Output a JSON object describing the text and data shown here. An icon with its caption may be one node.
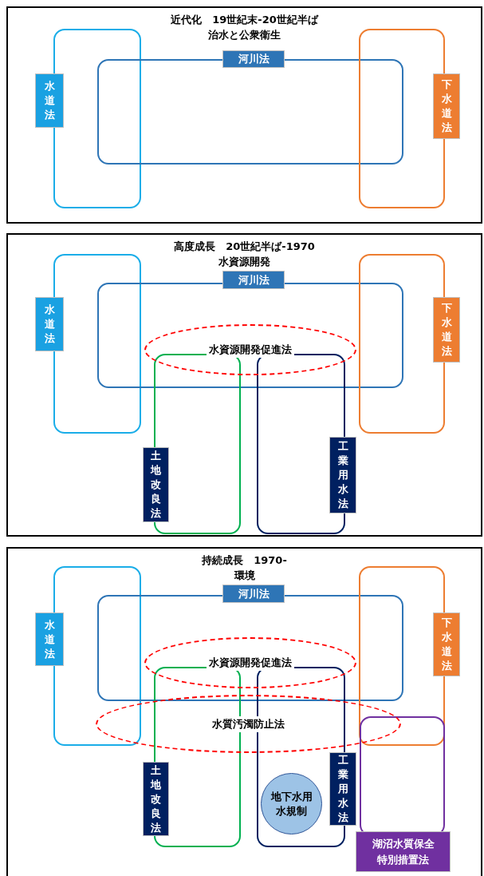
{
  "diagram": {
    "nodes": [
      {
        "text": [
          "近代化　19世紀末-20世紀半ば",
          "治水と公衆衛生"
        ]
      },
      {
        "text": [
          "水道法"
        ],
        "in": 0
      },
      {
        "text": [
          "河川法"
        ],
        "in": 0
      },
      {
        "text": [
          "下水道法"
        ],
        "in": 0
      },
      {
        "text": [
          "高度成長　20世紀半ば-1970",
          "水資源開発"
        ]
      },
      {
        "text": [
          "水道法"
        ],
        "in": 4
      },
      {
        "text": [
          "河川法"
        ],
        "in": 4
      },
      {
        "text": [
          "下水道法"
        ],
        "in": 4
      },
      {
        "text": [
          "水資源開発促進法"
        ],
        "in": 6
      },
      {
        "text": [
          "土地改良法"
        ],
        "in": 4
      },
      {
        "text": [
          "工業用水法"
        ],
        "in": 4
      },
      {
        "text": [
          "持続成長　1970-",
          "環境"
        ]
      },
      {
        "text": [
          "水道法"
        ],
        "in": 11
      },
      {
        "text": [
          "河川法"
        ],
        "in": 11
      },
      {
        "text": [
          "下水道法"
        ],
        "in": 11
      },
      {
        "text": [
          "水資源開発促進法"
        ],
        "in": 13
      },
      {
        "text": [
          "水質汚濁防止法"
        ],
        "in": 11
      },
      {
        "text": [
          "土地改良法"
        ],
        "in": 11
      },
      {
        "text": [
          "工業用水法"
        ],
        "in": 11
      },
      {
        "text": [
          "地下水用水規制"
        ],
        "in": 18
      },
      {
        "text": [
          "湖沼水質保全特別措置法"
        ],
        "in": 11
      }
    ],
    "edges": []
  }
}
